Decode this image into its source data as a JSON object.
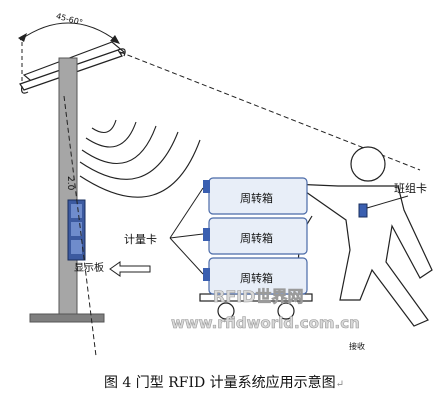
{
  "labels": {
    "angle": "45-60°",
    "height": "2.0",
    "crate": "周转箱",
    "counting_card": "计量卡",
    "team_card": "班组卡",
    "display_board": "显示板",
    "receive": "接收"
  },
  "watermark": {
    "line1": "RFID世界网",
    "line2": "www.rfidworld.com.cn"
  },
  "caption": {
    "text": "图 4 门型 RFID 计量系统应用示意图",
    "return_mark": "↵"
  },
  "colors": {
    "pole": "#a6a6a6",
    "crate_fill": "#e8eef8",
    "crate_stroke": "#4a6aa8",
    "card_blue": "#3a5fb0",
    "line": "#222222",
    "watermark": "#d9d9d9",
    "watermark_stroke": "#9a9a9a"
  }
}
